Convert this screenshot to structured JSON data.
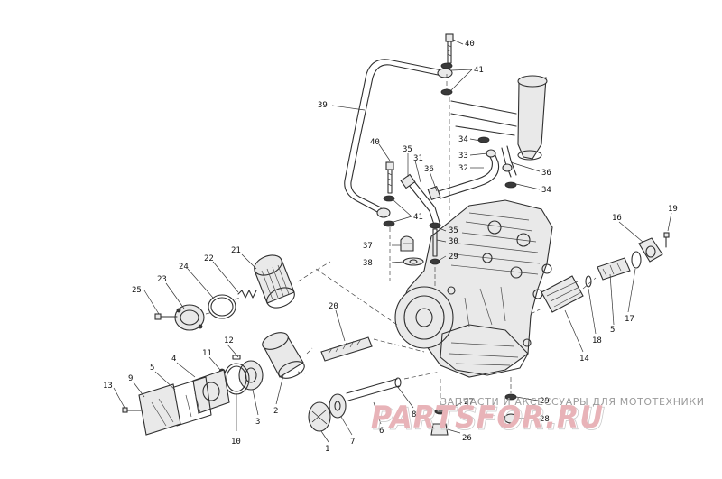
{
  "callouts": {
    "c1": "1",
    "c2": "2",
    "c3": "3",
    "c4": "4",
    "c5": "5",
    "c6": "6",
    "c7": "7",
    "c8": "8",
    "c9": "9",
    "c10": "10",
    "c11": "11",
    "c12": "12",
    "c13": "13",
    "c14": "14",
    "c5b": "5",
    "c16": "16",
    "c17": "17",
    "c18": "18",
    "c19": "19",
    "c20": "20",
    "c21": "21",
    "c22": "22",
    "c23": "23",
    "c24": "24",
    "c25": "25",
    "c26": "26",
    "c27": "27",
    "c28": "28",
    "c29": "29",
    "c29b": "29",
    "c30": "30",
    "c31": "31",
    "c32": "32",
    "c33": "33",
    "c34": "34",
    "c34b": "34",
    "c35": "35",
    "c35b": "35",
    "c36": "36",
    "c36b": "36",
    "c37": "37",
    "c38": "38",
    "c39": "39",
    "c40": "40",
    "c40b": "40",
    "c41": "41",
    "c41b": "41"
  },
  "watermark": {
    "caption": "ЗАПЧАСТИ И АКСЕССУАРЫ ДЛЯ МОТОТЕХНИКИ",
    "brand": "PARTSFOR.RU"
  }
}
